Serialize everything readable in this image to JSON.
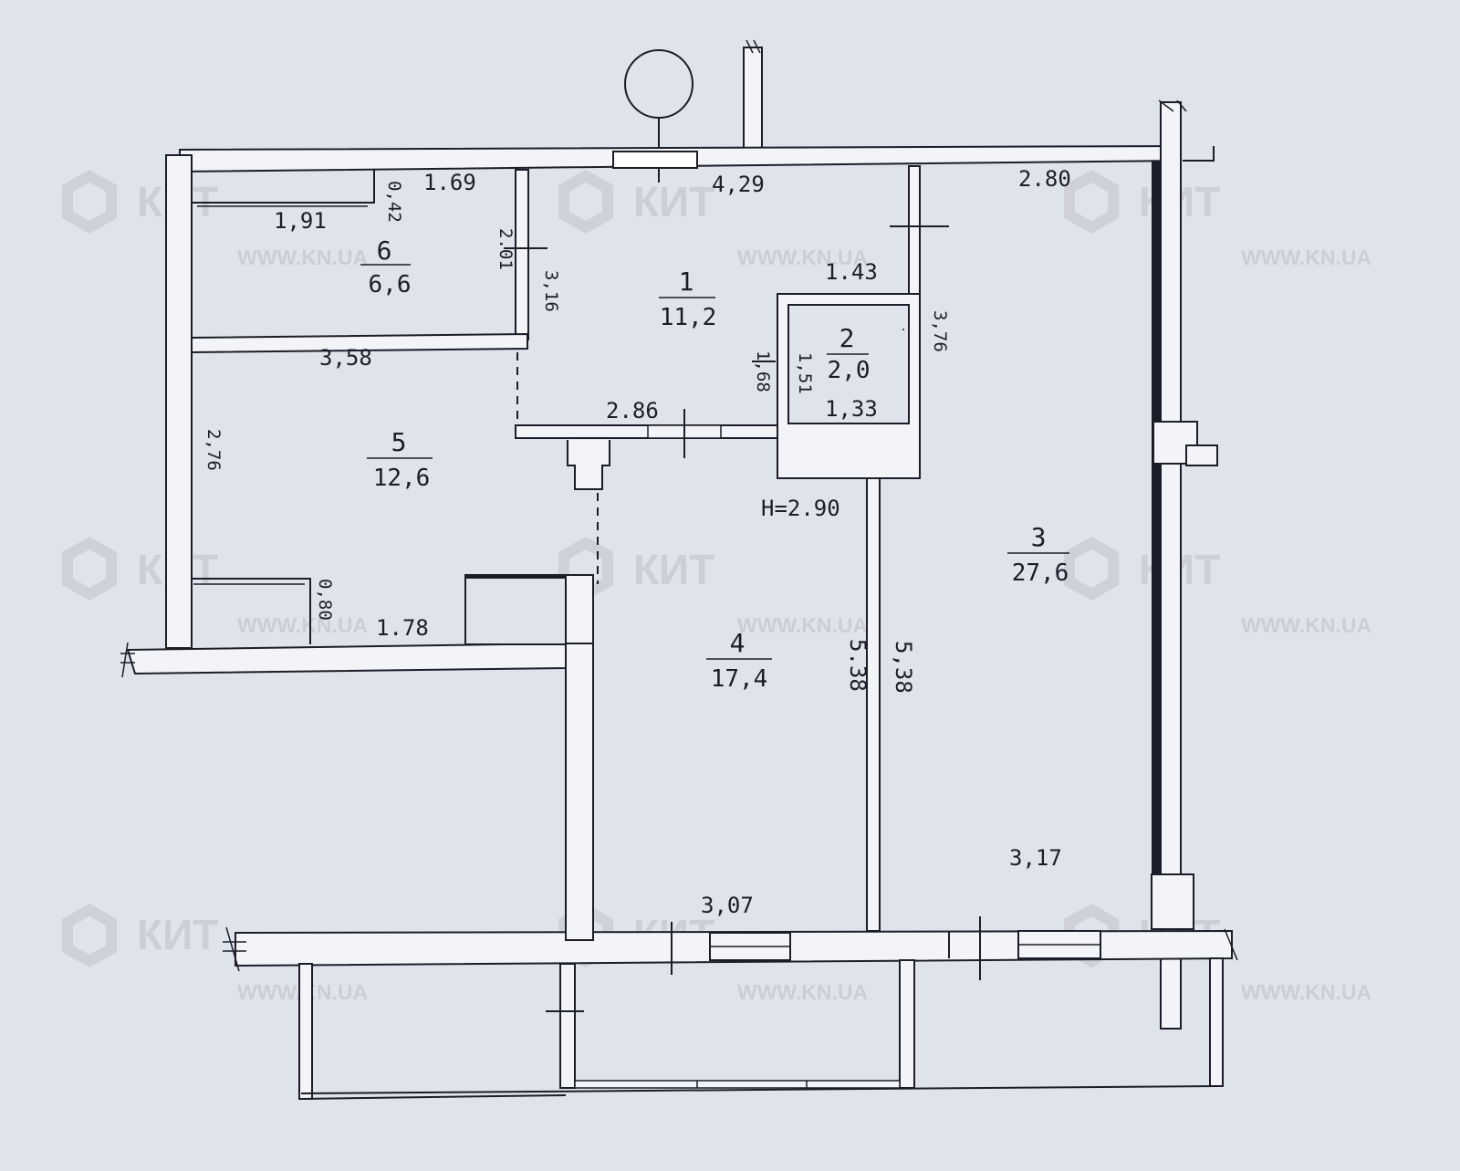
{
  "rooms": [
    {
      "id": "1",
      "area": "11,2"
    },
    {
      "id": "2",
      "area": "2,0"
    },
    {
      "id": "3",
      "area": "27,6"
    },
    {
      "id": "4",
      "area": "17,4"
    },
    {
      "id": "5",
      "area": "12,6"
    },
    {
      "id": "6",
      "area": "6,6"
    }
  ],
  "dimensions": {
    "d_0_42": "0,42",
    "d_1_69": "1.69",
    "d_4_29": "4,29",
    "d_2_80": "2.80",
    "d_1_91": "1,91",
    "d_2_01": "2.01",
    "d_3_16": "3,16",
    "d_1_43": "1.43",
    "d_3_76": "3,76",
    "d_3_58": "3,58",
    "d_1_68": "1,68",
    "d_1_51": "1,51",
    "d_2_86": "2.86",
    "d_1_33": "1,33",
    "d_2_76": "2,76",
    "d_h_2_90": "H=2.90",
    "d_0_80": "0,80",
    "d_1_78": "1.78",
    "d_5_38a": "5.38",
    "d_5_38b": "5,38",
    "d_3_17": "3,17",
    "d_3_07": "3,07"
  },
  "watermark": {
    "logo": "КИТ",
    "url": "WWW.KN.UA"
  },
  "colors": {
    "paper": "#dfe4ec",
    "ink": "#1b1d28",
    "watermark": "#c9ccd2"
  }
}
